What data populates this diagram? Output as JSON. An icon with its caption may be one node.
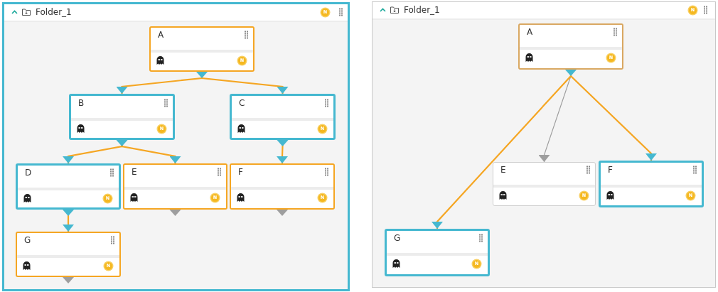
{
  "diagram": {
    "nodes": [
      {
        "text": [
          "Folder_1",
          "N"
        ]
      },
      {
        "text": [
          "A",
          "N"
        ],
        "in": 0
      },
      {
        "text": [
          "B",
          "N"
        ],
        "in": 0
      },
      {
        "text": [
          "C",
          "N"
        ],
        "in": 0
      },
      {
        "text": [
          "D",
          "N"
        ],
        "in": 0
      },
      {
        "text": [
          "E",
          "N"
        ],
        "in": 0
      },
      {
        "text": [
          "F",
          "N"
        ],
        "in": 0
      },
      {
        "text": [
          "G",
          "N"
        ],
        "in": 0
      },
      {
        "text": [
          "Folder_1",
          "N"
        ]
      },
      {
        "text": [
          "A",
          "N"
        ],
        "in": 8
      },
      {
        "text": [
          "E",
          "N"
        ],
        "in": 8
      },
      {
        "text": [
          "F",
          "N"
        ],
        "in": 8
      },
      {
        "text": [
          "G",
          "N"
        ],
        "in": 8
      }
    ],
    "edges": [
      {
        "from": 1,
        "to": 2,
        "arrow": "to"
      },
      {
        "from": 1,
        "to": 3,
        "arrow": "to"
      },
      {
        "from": 2,
        "to": 4,
        "arrow": "to"
      },
      {
        "from": 2,
        "to": 5,
        "arrow": "to"
      },
      {
        "from": 3,
        "to": 6,
        "arrow": "to"
      },
      {
        "from": 4,
        "to": 7,
        "arrow": "to"
      },
      {
        "from": 9,
        "to": 10,
        "arrow": "to",
        "color": "#9e9e9e"
      },
      {
        "from": 9,
        "to": 11,
        "arrow": "to"
      },
      {
        "from": 9,
        "to": 12,
        "arrow": "to"
      }
    ]
  }
}
